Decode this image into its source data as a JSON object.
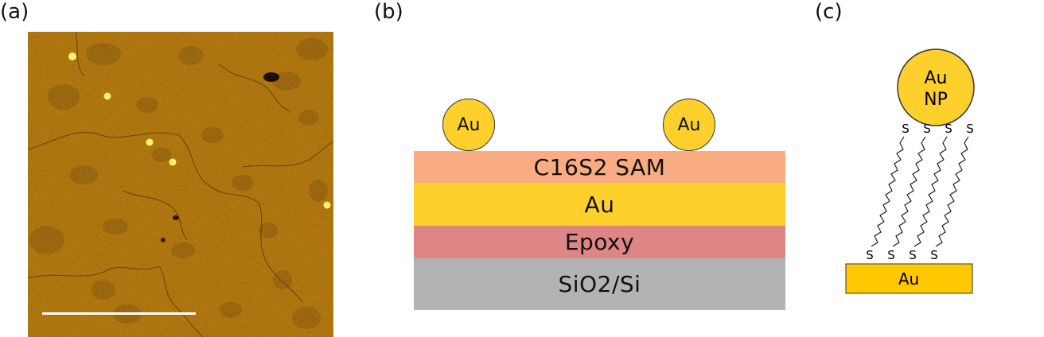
{
  "labels": {
    "a": "(a)",
    "b": "(b)",
    "c": "(c)"
  },
  "panel_b": {
    "layers": [
      {
        "text": "C16S2 SAM",
        "color": "#F9AC82"
      },
      {
        "text": "Au",
        "color": "#FDD02B"
      },
      {
        "text": "Epoxy",
        "color": "#DE8585"
      },
      {
        "text_main": "SiO",
        "text_sub": "2",
        "text_tail": "/Si",
        "color": "#B3B3B3"
      }
    ],
    "nanoparticles": [
      "Au",
      "Au"
    ]
  },
  "panel_c": {
    "nanoparticle_line1": "Au",
    "nanoparticle_line2": "NP",
    "substrate": "Au",
    "sulfur": "S"
  },
  "colors": {
    "gold": "#FDD02B",
    "afm_base": "#A86E0B"
  }
}
